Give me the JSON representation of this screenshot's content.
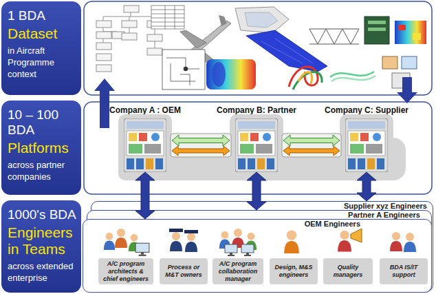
{
  "diagram": {
    "nodes": [
      {
        "text": [
          "1 BDA",
          "Dataset",
          "in Aircraft Programme context"
        ]
      },
      {
        "text": [
          "10 – 100 BDA",
          "Platforms",
          "across partner companies"
        ]
      },
      {
        "text": [
          "1000's BDA",
          "Engineers in Teams",
          "across extended enterprise"
        ]
      },
      {
        "text": [
          "Company A : OEM"
        ]
      },
      {
        "text": [
          "Company B: Partner"
        ]
      },
      {
        "text": [
          "Company C: Supplier"
        ]
      },
      {
        "text": [
          "Supplier xyz Engineers"
        ]
      },
      {
        "text": [
          "Partner A Engineers"
        ]
      },
      {
        "text": [
          "OEM Engineers"
        ]
      },
      {
        "text": [
          "A/C program architects & chief engineers"
        ],
        "in": 8
      },
      {
        "text": [
          "Process or M&T owners"
        ],
        "in": 8
      },
      {
        "text": [
          "A/C program collaboration manager"
        ],
        "in": 8
      },
      {
        "text": [
          "Design, M&S engineers"
        ],
        "in": 8
      },
      {
        "text": [
          "Quality managers"
        ],
        "in": 8
      },
      {
        "text": [
          "BDA IS/IT support"
        ],
        "in": 8
      }
    ],
    "edges": [
      {
        "from": 3,
        "to": 4,
        "arrow": "both"
      },
      {
        "from": 4,
        "to": 5,
        "arrow": "both"
      },
      {
        "from": 3,
        "to": 8,
        "arrow": "both"
      },
      {
        "from": 4,
        "to": 7,
        "arrow": "both"
      },
      {
        "from": 5,
        "to": 6,
        "arrow": "both"
      }
    ]
  }
}
